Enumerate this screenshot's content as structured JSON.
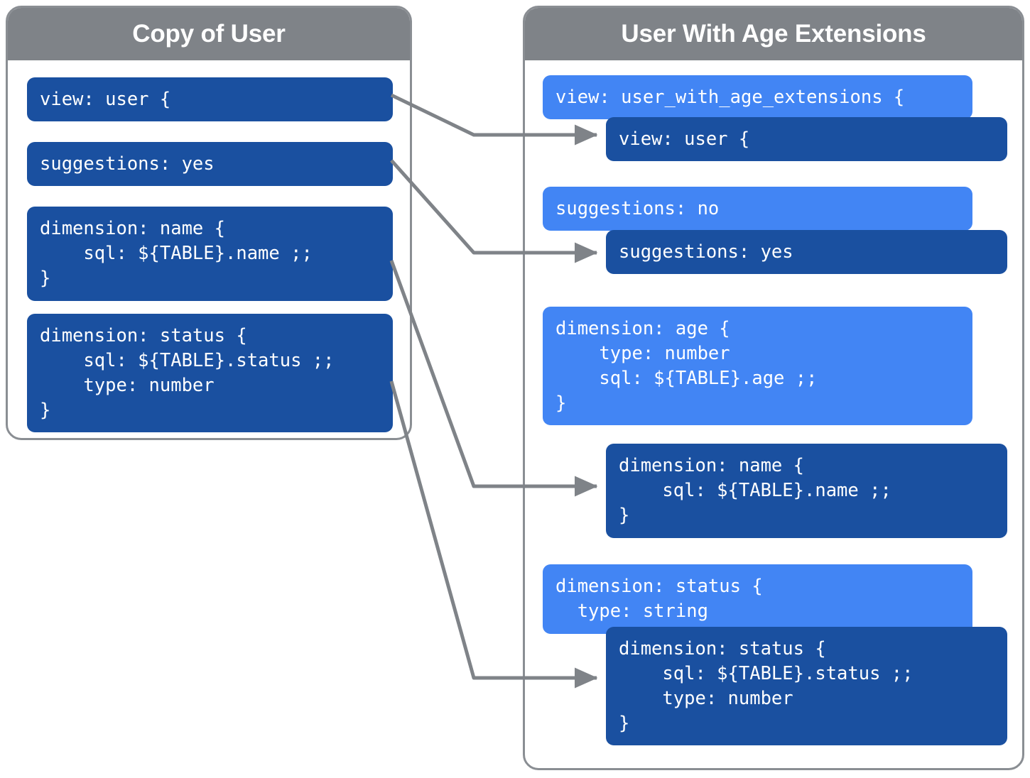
{
  "colors": {
    "panel_border": "#8a8e93",
    "panel_header": "#7f8388",
    "code_dark_blue": "#1a50a0",
    "code_light_blue": "#4285f4",
    "connector": "#7f8388",
    "text_on_code": "#ffffff",
    "background": "#ffffff"
  },
  "left_panel": {
    "title": "Copy of User",
    "blocks": [
      {
        "id": "left-view",
        "name": "view-user-block",
        "code": "view: user {"
      },
      {
        "id": "left-suggestions",
        "name": "suggestions-yes-block",
        "code": "suggestions: yes"
      },
      {
        "id": "left-dimension-name",
        "name": "dimension-name-block",
        "code": "dimension: name {\n    sql: ${TABLE}.name ;;\n}"
      },
      {
        "id": "left-dimension-status",
        "name": "dimension-status-block",
        "code": "dimension: status {\n    sql: ${TABLE}.status ;;\n    type: number\n}"
      }
    ]
  },
  "right_panel": {
    "title": "User With Age Extensions",
    "blocks": [
      {
        "id": "right-view-outer",
        "name": "view-user-with-age-extensions-block",
        "variant": "light",
        "code": "view: user_with_age_extensions {"
      },
      {
        "id": "right-view-inner",
        "name": "inherited-view-user-block",
        "variant": "dark",
        "code": "view: user {"
      },
      {
        "id": "right-sugg-outer",
        "name": "suggestions-no-block",
        "variant": "light",
        "code": "suggestions: no"
      },
      {
        "id": "right-sugg-inner",
        "name": "inherited-suggestions-yes-block",
        "variant": "dark",
        "code": "suggestions: yes"
      },
      {
        "id": "right-dim-age",
        "name": "dimension-age-block",
        "variant": "light",
        "code": "dimension: age {\n    type: number\n    sql: ${TABLE}.age ;;\n}"
      },
      {
        "id": "right-dim-name",
        "name": "inherited-dimension-name-block",
        "variant": "dark",
        "code": "dimension: name {\n    sql: ${TABLE}.name ;;\n}"
      },
      {
        "id": "right-dim-status-outer",
        "name": "dimension-status-override-block",
        "variant": "light",
        "code": "dimension: status {\n  type: string"
      },
      {
        "id": "right-dim-status-inner",
        "name": "inherited-dimension-status-block",
        "variant": "dark",
        "code": "dimension: status {\n    sql: ${TABLE}.status ;;\n    type: number\n}"
      }
    ]
  },
  "connectors": [
    {
      "name": "connector-view",
      "from": "left-view",
      "to": "right-view-inner"
    },
    {
      "name": "connector-suggestions",
      "from": "left-suggestions",
      "to": "right-sugg-inner"
    },
    {
      "name": "connector-dimension-name",
      "from": "left-dimension-name",
      "to": "right-dim-name"
    },
    {
      "name": "connector-dimension-status",
      "from": "left-dimension-status",
      "to": "right-dim-status-inner"
    }
  ]
}
